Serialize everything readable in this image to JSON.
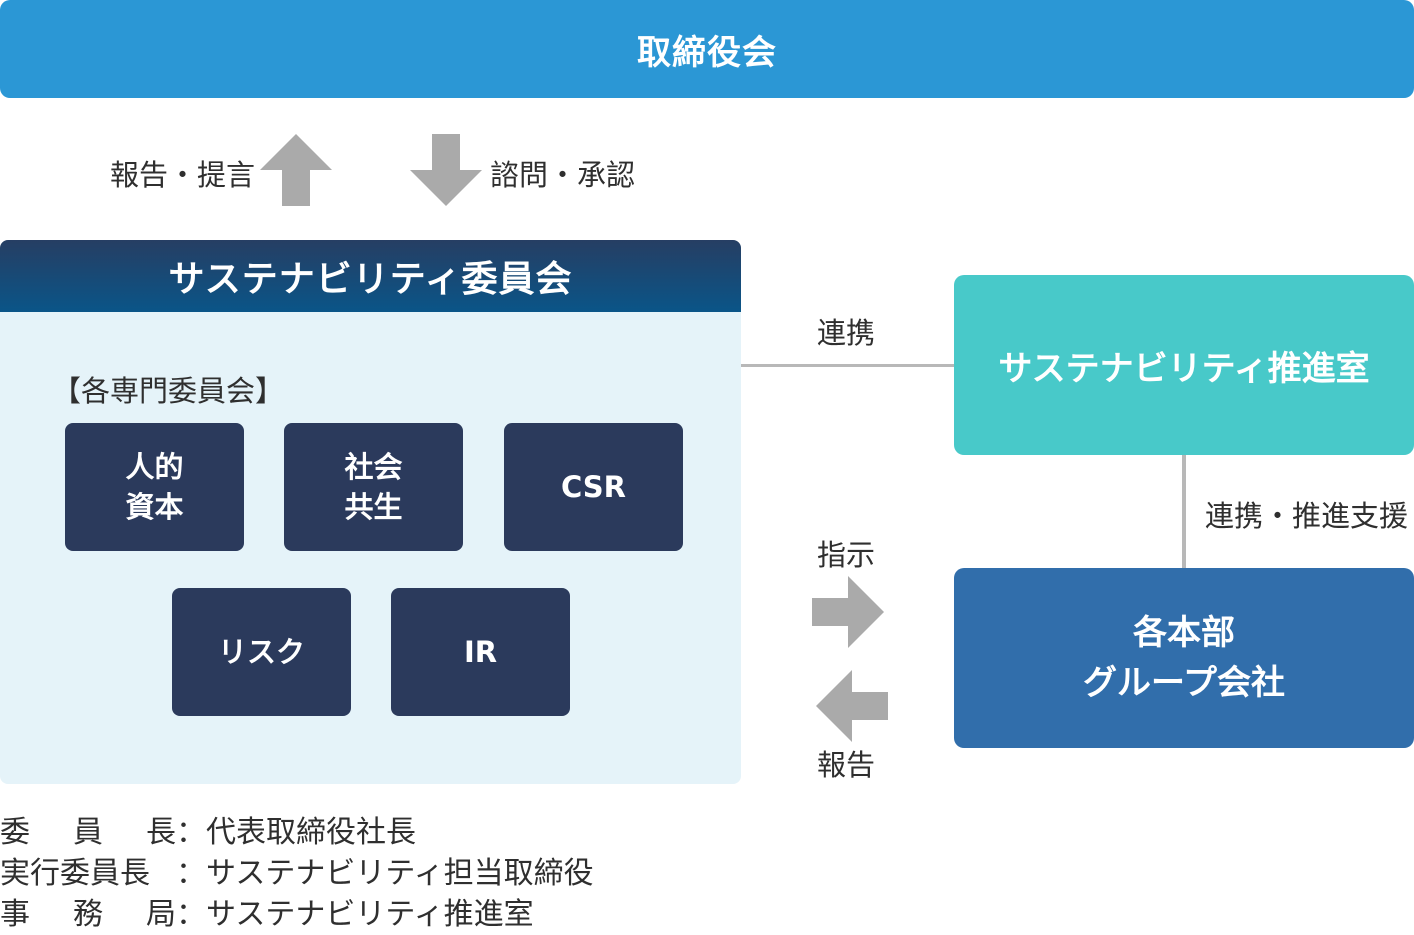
{
  "colors": {
    "board": "#2b97d5",
    "committee_header_top": "#263e63",
    "committee_header_bottom": "#0a5588",
    "committee_panel": "#e5f3f9",
    "sub_committee": "#2b3a5c",
    "promotion_office": "#48c9c9",
    "group_companies": "#316eab",
    "arrow": "#aaaaaa",
    "connector": "#b8b8b8"
  },
  "board": {
    "title": "取締役会"
  },
  "flows": {
    "up_label": "報告・提言",
    "down_label": "諮問・承認",
    "up_icon": "arrow-up-icon",
    "down_icon": "arrow-down-icon"
  },
  "committee": {
    "title": "サステナビリティ委員会",
    "sub_caption": "【各専門委員会】",
    "sub_committees": [
      {
        "lines": [
          "人的",
          "資本"
        ]
      },
      {
        "lines": [
          "社会",
          "共生"
        ]
      },
      {
        "lines": [
          "CSR"
        ]
      },
      {
        "lines": [
          "リスク"
        ]
      },
      {
        "lines": [
          "IR"
        ]
      }
    ]
  },
  "promotion_office": {
    "title": "サステナビリティ推進室"
  },
  "group_companies": {
    "line1": "各本部",
    "line2": "グループ会社"
  },
  "links": {
    "committee_office": "連携",
    "office_group": "連携・推進支援",
    "instruction": "指示",
    "report": "報告",
    "instruction_icon": "arrow-right-icon",
    "report_icon": "arrow-left-icon"
  },
  "roles": [
    {
      "key": [
        "委",
        "員",
        "長"
      ],
      "colon": "：",
      "value": "代表取締役社長"
    },
    {
      "key": [
        "実行委員長"
      ],
      "colon": "：",
      "value": "サステナビリティ担当取締役"
    },
    {
      "key": [
        "事",
        "務",
        "局"
      ],
      "colon": "：",
      "value": "サステナビリティ推進室"
    }
  ]
}
